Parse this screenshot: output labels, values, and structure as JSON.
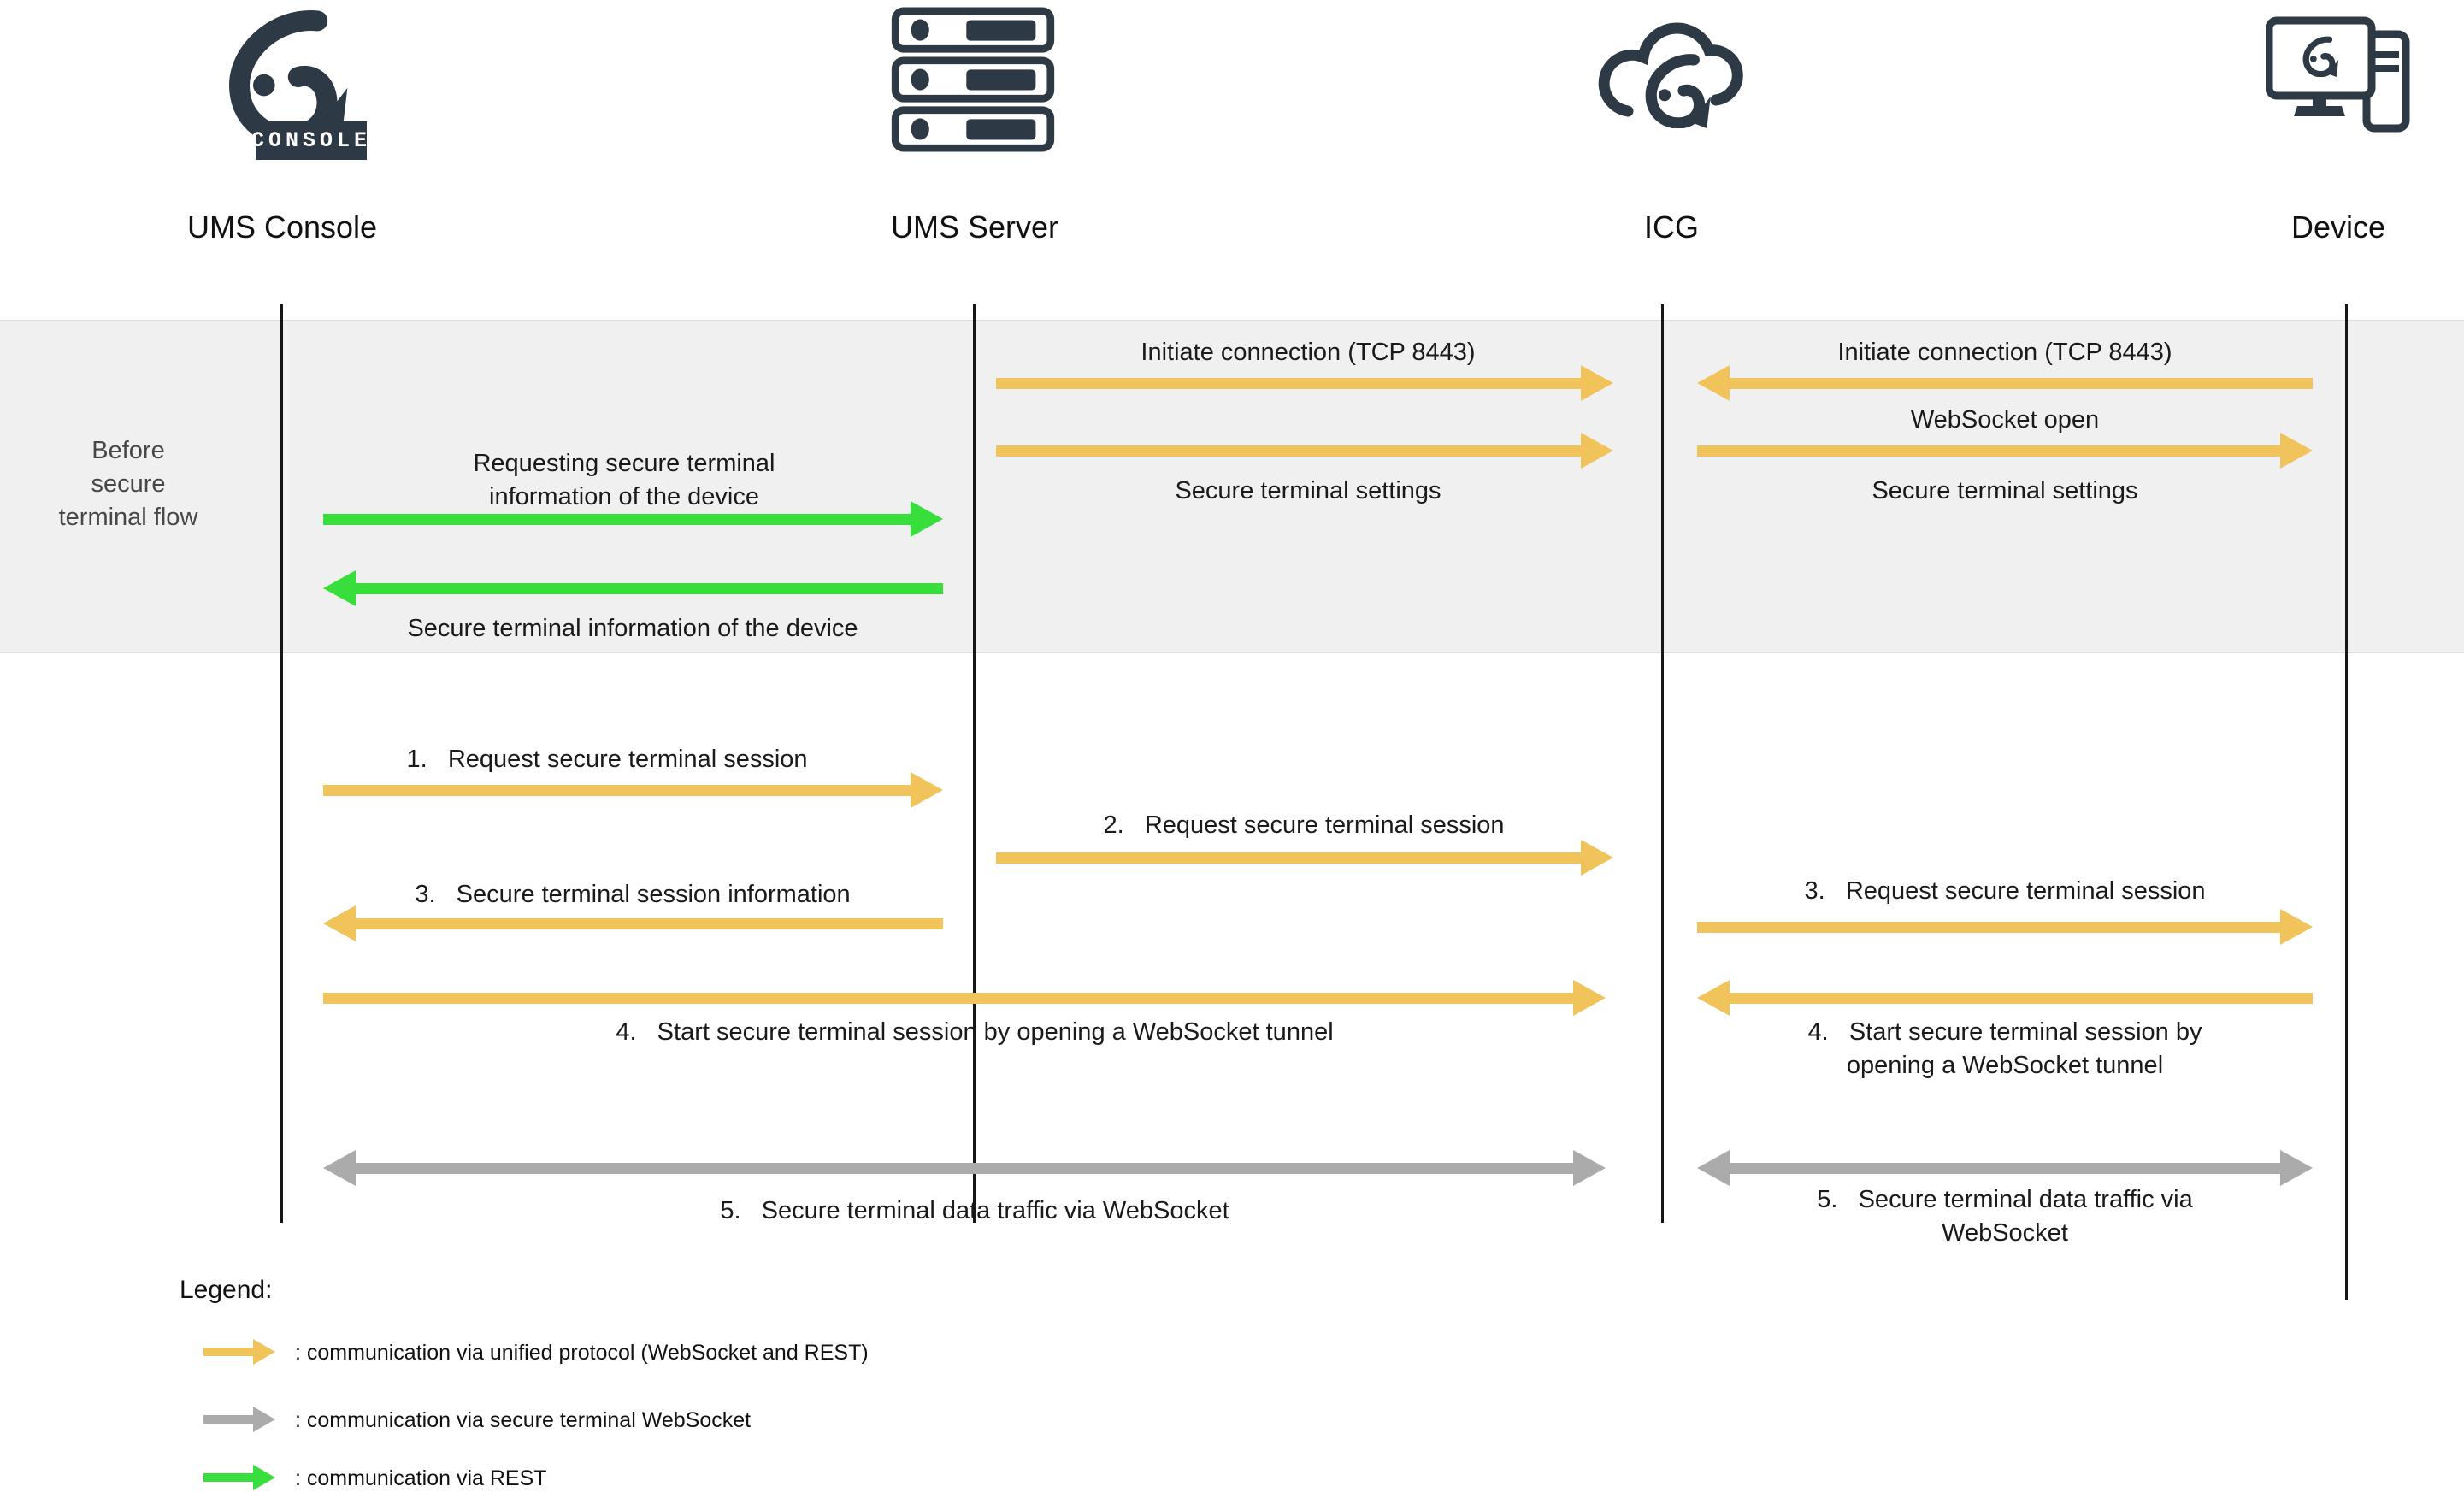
{
  "participants": [
    {
      "name": "UMS Console",
      "icon": "ums-console-icon",
      "badge": "CONSOLE"
    },
    {
      "name": "UMS Server",
      "icon": "ums-server-icon"
    },
    {
      "name": "ICG",
      "icon": "icg-cloud-icon"
    },
    {
      "name": "Device",
      "icon": "device-icon"
    }
  ],
  "band": {
    "label": "Before secure terminal flow"
  },
  "messages": {
    "initiate_ums_icg": "Initiate connection (TCP 8443)",
    "initiate_device_icg": "Initiate connection (TCP 8443)",
    "websocket_open": "WebSocket open",
    "settings_ums_icg": "Secure terminal settings",
    "settings_icg_device": "Secure terminal settings",
    "requesting_info": "Requesting secure terminal information of the device",
    "info_of_device": "Secure terminal information of the device",
    "step1": "1.   Request secure terminal session",
    "step2": "2.   Request secure terminal session",
    "step3_left": "3.   Secure terminal session information",
    "step3_right": "3.   Request secure terminal session",
    "step4_long": "4.   Start secure terminal session by opening a WebSocket tunnel",
    "step4_right": "4.   Start secure terminal session by opening a WebSocket tunnel",
    "step5_long": "5.   Secure terminal data traffic via WebSocket",
    "step5_right": "5.   Secure terminal data traffic via WebSocket"
  },
  "legend": {
    "title": "Legend:",
    "items": [
      {
        "color": "#f0c45a",
        "label": ": communication via unified protocol (WebSocket and REST)"
      },
      {
        "color": "#ababab",
        "label": ": communication via secure terminal WebSocket"
      },
      {
        "color": "#38df3c",
        "label": ": communication via REST"
      }
    ]
  },
  "colors": {
    "unified_protocol_arrow": "#f0c45a",
    "secure_terminal_websocket_arrow": "#ababab",
    "rest_arrow": "#38df3c",
    "icon_dark": "#2d3944",
    "band_background": "#f0f0f0"
  }
}
